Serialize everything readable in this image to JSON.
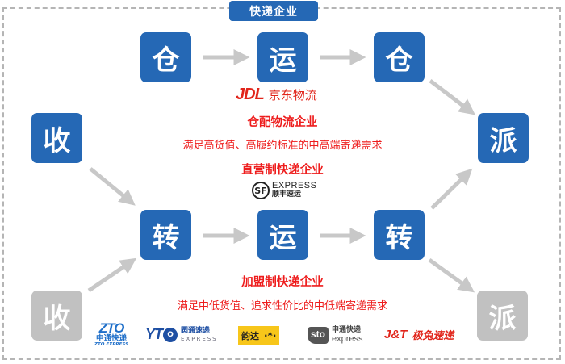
{
  "header": {
    "title": "快递企业"
  },
  "colors": {
    "node_blue": "#2568b5",
    "node_gray": "#c1c1c1",
    "arrow": "#c8c8c8",
    "text_red": "#ee1c1c",
    "border": "#b5b5b5"
  },
  "top_chain": {
    "nodes": [
      {
        "label": "收",
        "style": "blue"
      },
      {
        "label": "仓",
        "style": "blue"
      },
      {
        "label": "运",
        "style": "blue"
      },
      {
        "label": "仓",
        "style": "blue"
      },
      {
        "label": "派",
        "style": "blue"
      }
    ]
  },
  "middle_chain": {
    "nodes": [
      {
        "label": "转",
        "style": "blue"
      },
      {
        "label": "运",
        "style": "blue"
      },
      {
        "label": "转",
        "style": "blue"
      }
    ]
  },
  "bottom_nodes": [
    {
      "label": "收",
      "style": "gray"
    },
    {
      "label": "派",
      "style": "gray"
    }
  ],
  "segments": {
    "warehouse": {
      "logo": {
        "mark": "JDL",
        "text": "京东物流"
      },
      "title": "仓配物流企业",
      "desc": "满足高货值、高履约标准的中高端寄递需求"
    },
    "direct": {
      "title": "直营制快递企业",
      "logo": {
        "mark": "SF",
        "en": "EXPRESS",
        "cn": "顺丰速运"
      }
    },
    "franchise": {
      "title": "加盟制快递企业",
      "desc": "满足中低货值、追求性价比的中低端寄递需求",
      "logos": {
        "zto": {
          "mark": "ZTO",
          "cn": "中通快递",
          "en": "ZTO EXPRESS"
        },
        "yto": {
          "mark": "YT",
          "circle": "O",
          "cn": "圆通速递",
          "en": "EXPRESS"
        },
        "yunda": {
          "cn": "韵达",
          "face": "·*·"
        },
        "sto": {
          "mark": "sto",
          "cn": "申通快递",
          "en": "express"
        },
        "jt": {
          "mark": "J&T",
          "cn": "极兔速递"
        }
      }
    }
  }
}
